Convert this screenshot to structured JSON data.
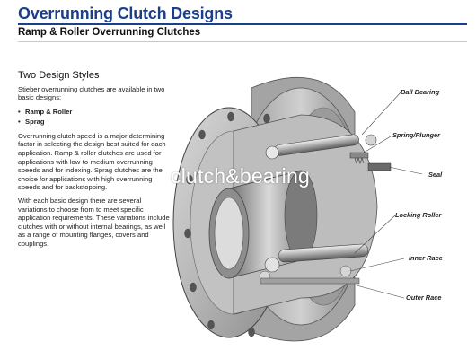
{
  "header": {
    "title": "Overrunning Clutch Designs",
    "subtitle": "Ramp & Roller Overrunning Clutches"
  },
  "left": {
    "heading": "Two Design Styles",
    "intro": "Stieber overrunning clutches are available in two basic designs:",
    "bullets": [
      "Ramp & Roller",
      "Sprag"
    ],
    "para1": "Overrunning clutch speed is a major determining factor in selecting the design best suited for each application. Ramp & roller clutches are used for applications with low-to-medium overrunning speeds and for indexing. Sprag clutches are the choice for applications with high overrunning speeds and for backstopping.",
    "para2": "With each basic design there are several variations to choose from to meet specific application requirements. These variations include clutches with or without internal bearings, as well as a range of mounting flanges, covers and couplings."
  },
  "diagram": {
    "callouts": {
      "ball_bearing": "Ball Bearing",
      "spring_plunger": "Spring/Plunger",
      "seal": "Seal",
      "locking_roller": "Locking Roller",
      "inner_race": "Inner Race",
      "outer_race": "Outer Race"
    }
  },
  "watermark": "clutch&bearing"
}
